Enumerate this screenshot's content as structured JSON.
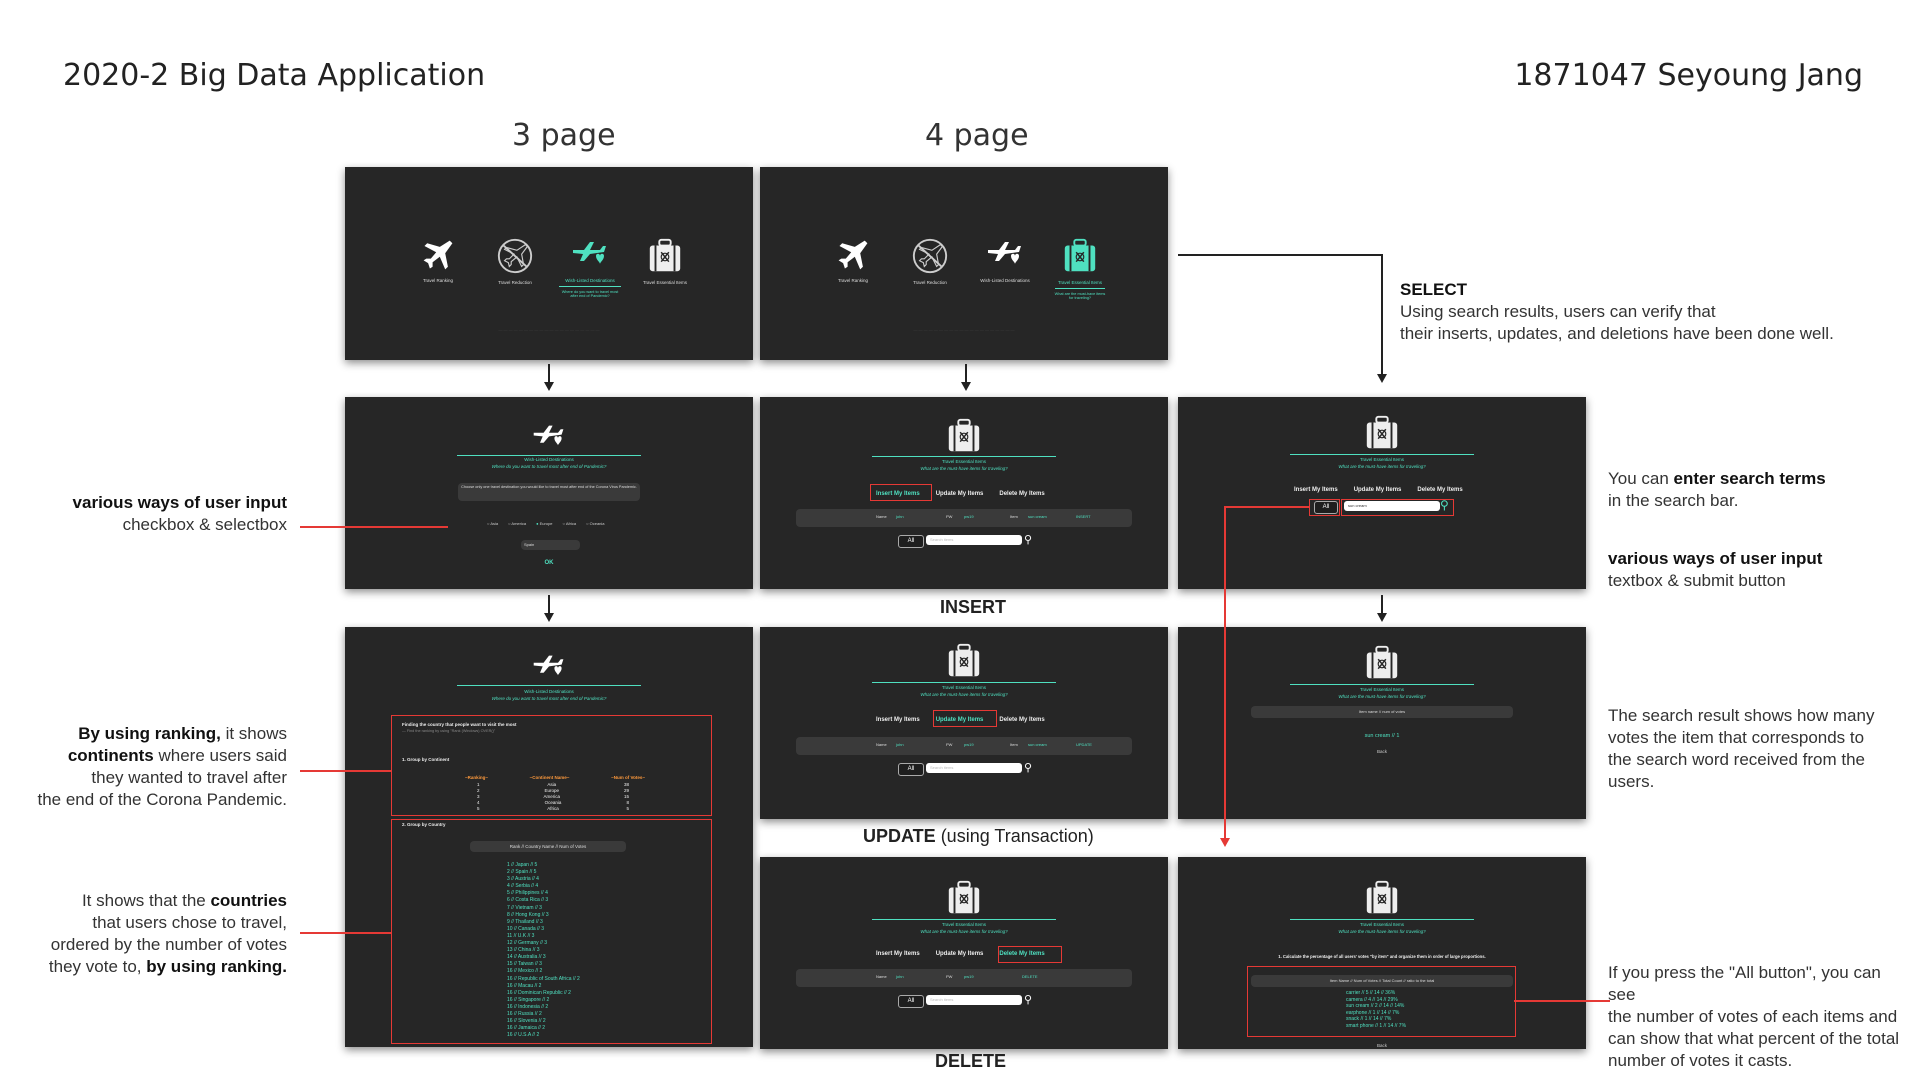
{
  "header": {
    "title": "2020-2 Big Data Application",
    "author": "1871047 Seyoung Jang"
  },
  "columns": {
    "page3": "3 page",
    "page4": "4 page"
  },
  "menu": {
    "items": [
      "Travel Ranking",
      "Travel Reduction",
      "Wish-Listed Destinations",
      "Travel Essential Items"
    ],
    "wish_sub": "Where do you want to travel most after end of Pandemic?",
    "essential_sub": "What are the must-have items for traveling?"
  },
  "wish": {
    "title": "Wish-Listed Destinations",
    "sub": "Where do you want to travel most after end of Pandemic?",
    "question": "Choose only one travel destination you would like to travel most after end of the Corona Virus Pandemic.",
    "continents": [
      "Asia",
      "America",
      "Europe",
      "Africa",
      "Oceania"
    ],
    "select_value": "Spain",
    "ok": "OK"
  },
  "ranking": {
    "intro": "Finding the country that people want to visit the most",
    "intro_sub": "— Find the ranking by using \"Rank (Windows) OVER()\"",
    "group1": "1. Group by Continent",
    "cols": [
      "~Ranking~",
      "~Continent Name~",
      "~Num of Votes~"
    ],
    "rows": [
      [
        "1",
        "Asia",
        "38"
      ],
      [
        "2",
        "Europe",
        "29"
      ],
      [
        "3",
        "America",
        "15"
      ],
      [
        "4",
        "Oceania",
        "8"
      ],
      [
        "5",
        "Africa",
        "5"
      ]
    ],
    "group2": "2. Group by Country",
    "country_header": "Rank // Country Name // Num of Votes",
    "countries": [
      "1 // Japan // 5",
      "2 // Spain // 5",
      "3 // Austria // 4",
      "4 // Serbia // 4",
      "5 // Philippines // 4",
      "6 // Costa Rica // 3",
      "7 // Vietnam // 3",
      "8 // Hong Kong // 3",
      "9 // Thailand // 3",
      "10 // Canada // 3",
      "11 // U.K // 3",
      "12 // Germany // 3",
      "13 // China // 3",
      "14 // Australia // 3",
      "15 // Taiwan // 3",
      "16 // Mexico // 2",
      "16 // Republic of South Africa // 2",
      "16 // Macau // 2",
      "16 // Dominican Republic // 2",
      "16 // Singapore // 2",
      "16 // Indonesia // 2",
      "16 // Russia // 2",
      "16 // Slovenia // 2",
      "16 // Jamaica // 2",
      "16 // U.S.A // 2"
    ]
  },
  "essential": {
    "title": "Travel Essential Items",
    "sub": "What are the must-have items for traveling?",
    "tabs": [
      "Insert My Items",
      "Update My Items",
      "Delete My Items"
    ],
    "name_label": "Name",
    "name_value": "john",
    "pw_label": "PW",
    "pw_value": "pw19",
    "item_label": "Item",
    "item_value": "sun cream",
    "insert_btn": "INSERT",
    "update_btn": "UPDATE",
    "delete_btn": "DELETE",
    "all": "All",
    "search_placeholder": "Search items",
    "search_value": "sun cream",
    "result_header": "Item name // num of votes",
    "result_row": "sun cream // 1",
    "back": "Back",
    "percent_title": "1. Calculate the percentage of all users' votes \"by item\" and organize them in order of large proportions.",
    "percent_header": "Item Name // Num of Votes // Total Count // ratio to the total",
    "percent_rows": [
      "carrier // 5 // 14 // 36%",
      "camera // 4 // 14 // 29%",
      "sun cream // 2 // 14 // 14%",
      "earphone // 1 // 14 // 7%",
      "snack // 1 // 14 // 7%",
      "smart phone // 1 // 14 // 7%"
    ]
  },
  "captions": {
    "insert": "INSERT",
    "update": "UPDATE",
    "update_note": "(using Transaction)",
    "delete": "DELETE"
  },
  "annotations": {
    "select_title": "SELECT",
    "select_l1": "Using search results, users can verify that",
    "select_l2": "their inserts, updates, and deletions have been done well.",
    "search_pre": "You can ",
    "search_bold": "enter search terms",
    "search_l2": "in the search bar.",
    "input2_title": "various ways of user input",
    "input2_l2": "textbox & submit button",
    "result_l1": "The search result shows how many",
    "result_l2": "votes the item that corresponds to",
    "result_l3": "the search word received from the users.",
    "all_l1": "If you press the \"All button\", you can see",
    "all_l2": "the number of votes of each items and",
    "all_l3": "can show that what percent of the total",
    "all_l4": "number of votes it casts.",
    "input1_title": "various ways of user input",
    "input1_l2": "checkbox & selectbox",
    "rank_b1": "By using ranking,",
    "rank_t1": " it shows",
    "rank_b2": "continents",
    "rank_t2": " where users said",
    "rank_l3": "they wanted to travel after",
    "rank_l4": "the end of the Corona Pandemic.",
    "cty_t1": "It shows that the ",
    "cty_b1": "countries",
    "cty_l2": "that users chose to travel,",
    "cty_l3": "ordered by the number of votes",
    "cty_t4": "they vote to, ",
    "cty_b4": "by using ranking."
  }
}
